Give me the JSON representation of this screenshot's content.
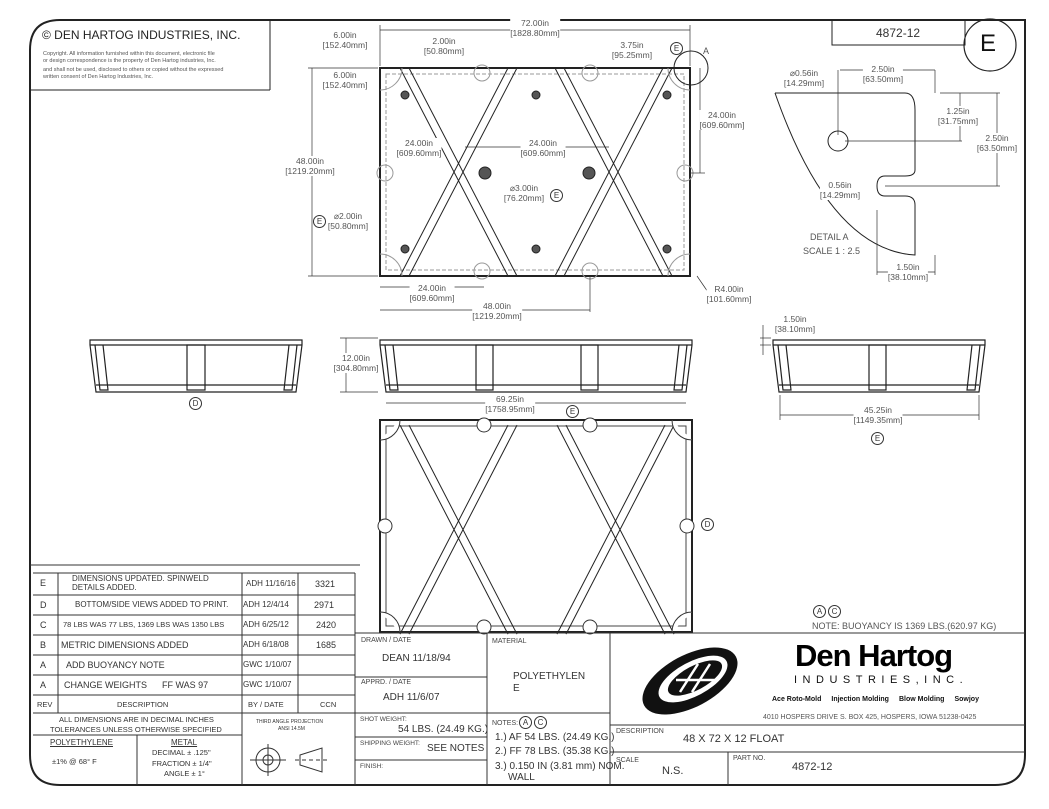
{
  "copyright": {
    "title": "© DEN HARTOG INDUSTRIES, INC.",
    "lines": [
      "Copyright. All information furnished within this document, electronic file",
      "or design correspondence is the property of Den Hartog industries, Inc.",
      "and shall not be used, disclosed to others or copied without the expressed",
      "written consent of Den Hartog Industries, Inc."
    ]
  },
  "header": {
    "part_no": "4872-12",
    "revision": "E"
  },
  "dims": [
    {
      "in": "72.00in",
      "mm": "[1828.80mm]"
    },
    {
      "in": "6.00in",
      "mm": "[152.40mm]"
    },
    {
      "in": "2.00in",
      "mm": "[50.80mm]"
    },
    {
      "in": "3.75in",
      "mm": "[95.25mm]"
    },
    {
      "in": "6.00in",
      "mm": "[152.40mm]"
    },
    {
      "in": "24.00in",
      "mm": "[609.60mm]"
    },
    {
      "in": "48.00in",
      "mm": "[1219.20mm]"
    },
    {
      "in": "24.00in",
      "mm": "[609.60mm]"
    },
    {
      "in": "24.00in",
      "mm": "[609.60mm]"
    },
    {
      "in": "⌀3.00in",
      "mm": "[76.20mm]"
    },
    {
      "in": "⌀2.00in",
      "mm": "[50.80mm]"
    },
    {
      "in": "24.00in",
      "mm": "[609.60mm]"
    },
    {
      "in": "48.00in",
      "mm": "[1219.20mm]"
    },
    {
      "in": "R4.00in",
      "mm": "[101.60mm]"
    },
    {
      "in": "⌀0.56in",
      "mm": "[14.29mm]"
    },
    {
      "in": "2.50in",
      "mm": "[63.50mm]"
    },
    {
      "in": "1.25in",
      "mm": "[31.75mm]"
    },
    {
      "in": "2.50in",
      "mm": "[63.50mm]"
    },
    {
      "in": "0.56in",
      "mm": "[14.29mm]"
    },
    {
      "in": "1.50in",
      "mm": "[38.10mm]"
    },
    {
      "in": "12.00in",
      "mm": "[304.80mm]"
    },
    {
      "in": "69.25in",
      "mm": "[1758.95mm]"
    },
    {
      "in": "1.50in",
      "mm": "[38.10mm]"
    },
    {
      "in": "45.25in",
      "mm": "[1149.35mm]"
    }
  ],
  "callouts": {
    "E": "E",
    "D": "D",
    "A": "A",
    "C": "C"
  },
  "detail": {
    "title": "DETAIL A",
    "scale": "SCALE 1 : 2.5",
    "marker": "A"
  },
  "note": "NOTE: BUOYANCY IS 1369 LBS.(620.97 KG)",
  "revisions": [
    {
      "rev": "E",
      "desc": "DIMENSIONS UPDATED. SPINWELD DETAILS ADDED.",
      "by": "ADH 11/16/16",
      "ccn": "3321"
    },
    {
      "rev": "D",
      "desc": "BOTTOM/SIDE VIEWS ADDED TO PRINT.",
      "by": "ADH 12/4/14",
      "ccn": "2971"
    },
    {
      "rev": "C",
      "desc": "78 LBS WAS 77 LBS, 1369 LBS WAS 1350 LBS",
      "by": "ADH 6/25/12",
      "ccn": "2420"
    },
    {
      "rev": "B",
      "desc": "METRIC DIMENSIONS ADDED",
      "by": "ADH 6/18/08",
      "ccn": "1685"
    },
    {
      "rev": "A",
      "desc": "ADD BUOYANCY NOTE",
      "by": "GWC 1/10/07",
      "ccn": ""
    },
    {
      "rev": "A",
      "desc": "CHANGE WEIGHTS      FF WAS 97",
      "by": "GWC 1/10/07",
      "ccn": ""
    }
  ],
  "rev_headers": {
    "rev": "REV",
    "desc": "DESCRIPTION",
    "by": "BY / DATE",
    "ccn": "CCN"
  },
  "tolerance": {
    "line1": "ALL DIMENSIONS ARE IN DECIMAL INCHES",
    "line2": "TOLERANCES UNLESS OTHERWISE SPECIFIED",
    "poly_title": "POLYETHYLENE",
    "poly_val": "±1% @ 68° F",
    "metal_title": "METAL",
    "metal_decimal": "DECIMAL ± .125\"",
    "metal_fraction": "FRACTION ± 1/4\"",
    "metal_angle": "ANGLE ± 1°"
  },
  "projection": {
    "line1": "THIRD ANGLE PROJECTION",
    "line2": "ANSI 14.5M"
  },
  "drawn": {
    "label": "DRAWN / DATE",
    "value": "DEAN 11/18/94"
  },
  "approved": {
    "label": "APPRD. / DATE",
    "value": "ADH 11/6/07"
  },
  "shot_weight": {
    "label": "SHOT WEIGHT:",
    "value": "54 LBS. (24.49 KG.)"
  },
  "shipping_weight": {
    "label": "SHIPPING WEIGHT:",
    "value": "SEE NOTES"
  },
  "finish": {
    "label": "FINISH:"
  },
  "material": {
    "label": "MATERIAL",
    "value1": "POLYETHYLEN",
    "value2": "E"
  },
  "notes": {
    "label": "NOTES:",
    "items": [
      "1.) AF 54 LBS. (24.49 KG.)",
      "2.) FF 78 LBS. (35.38 KG.)",
      "3.) 0.150 IN (3.81 mm) NOM."
    ],
    "item3b": "WALL"
  },
  "company": {
    "name": "Den Hartog",
    "sub": "INDUSTRIES,INC.",
    "services": [
      "Ace Roto-Mold",
      "Injection Molding",
      "Blow Molding",
      "Sowjoy"
    ],
    "address": "4010 HOSPERS DRIVE S.  BOX 425, HOSPERS, IOWA 51238-0425"
  },
  "description": {
    "label": "DESCRIPTION",
    "value": "48 X 72 X 12 FLOAT"
  },
  "scale": {
    "label": "SCALE",
    "value": "N.S."
  },
  "part": {
    "label": "PART NO.",
    "value": "4872-12"
  }
}
